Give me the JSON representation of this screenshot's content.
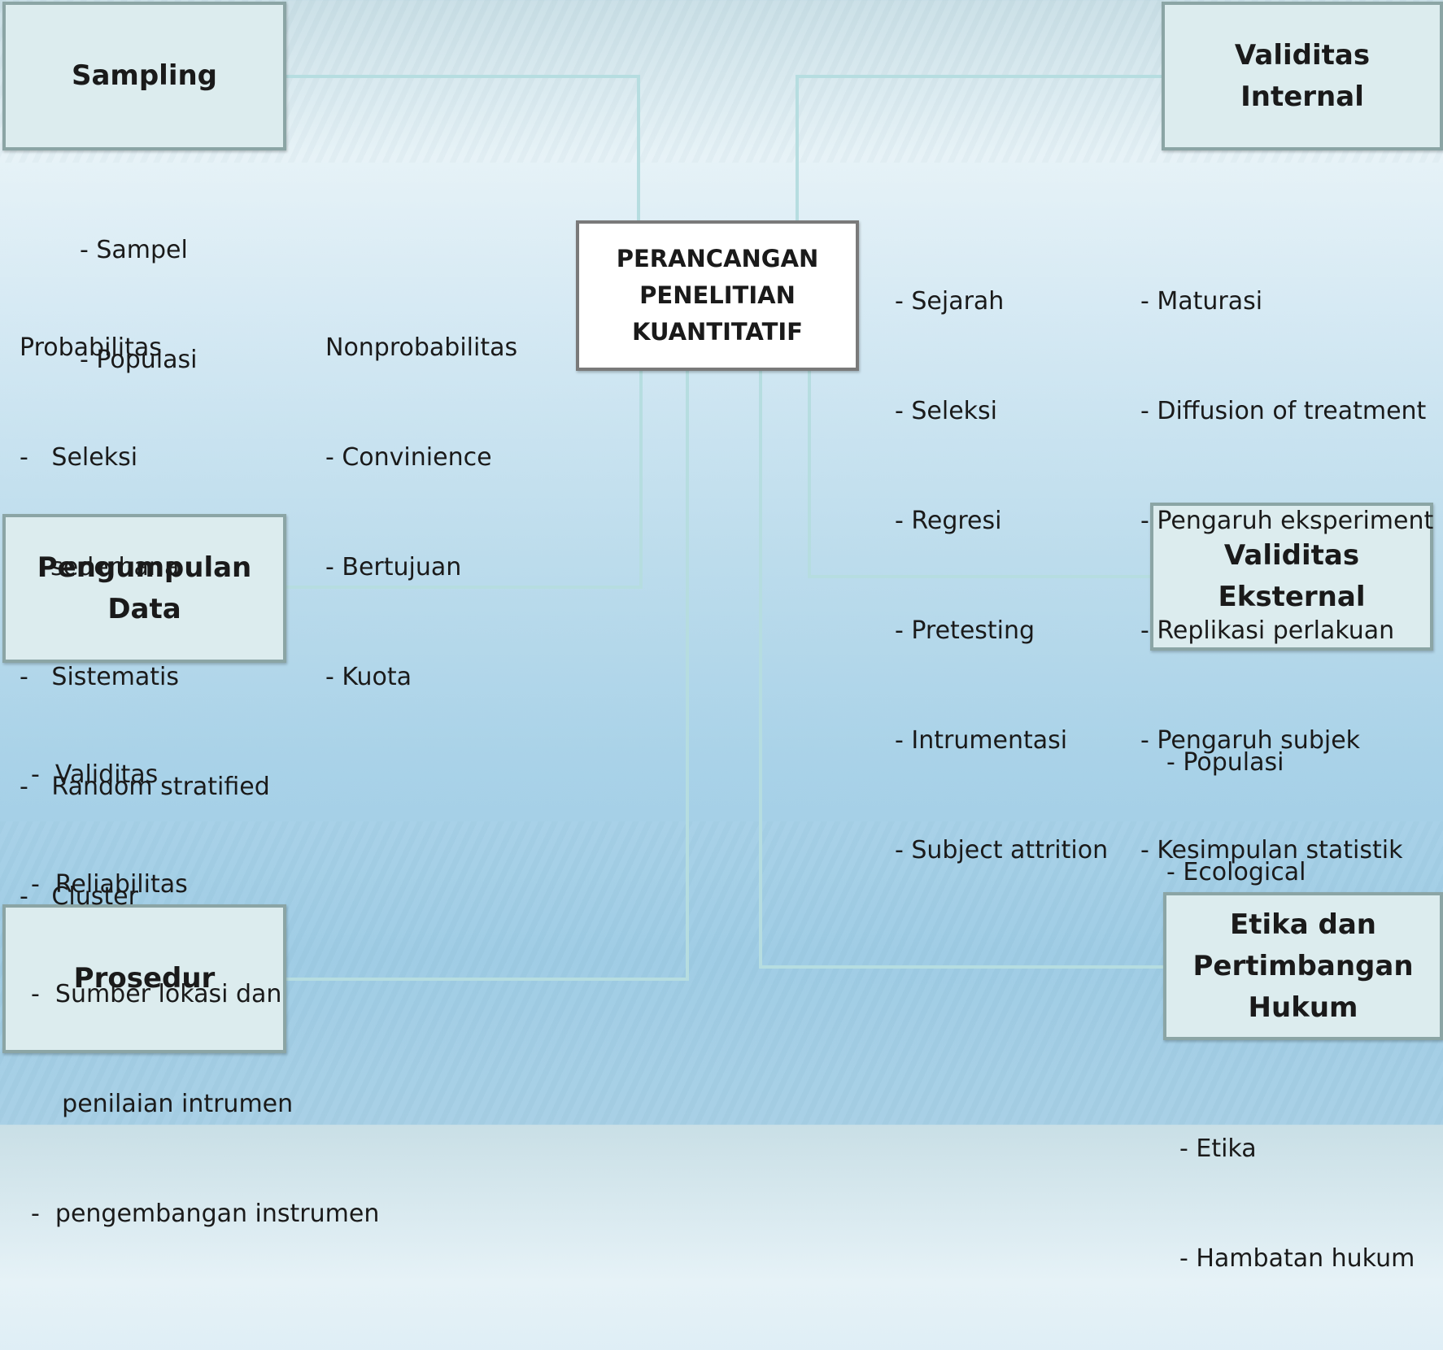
{
  "center": {
    "title": "PERANCANGAN\nPENELITIAN\nKUANTITATIF"
  },
  "boxes": {
    "sampling": "Sampling",
    "validitas_internal": "Validitas Internal",
    "pengumpulan_data": "Pengumpulan\nData",
    "validitas_eksternal": "Validitas\nEksternal",
    "prosedur": "Prosedur",
    "etika": "Etika dan\nPertimbangan\nHukum"
  },
  "lists": {
    "sampling_items": [
      "- Sampel",
      "- Populasi"
    ],
    "probabilitas": [
      "Probabilitas",
      "-   Seleksi",
      "    sederhana",
      "-   Sistematis",
      "-   Random stratified",
      "-   Cluster"
    ],
    "nonprobabilitas": [
      "Nonprobabilitas",
      "- Convinience",
      "- Bertujuan",
      "- Kuota"
    ],
    "vi_col1": [
      "- Sejarah",
      "- Seleksi",
      "- Regresi",
      "- Pretesting",
      "- Intrumentasi",
      "- Subject attrition"
    ],
    "vi_col2": [
      "- Maturasi",
      "- Diffusion of treatment",
      "- Pengaruh eksperiment",
      "- Replikasi perlakuan",
      "- Pengaruh subjek",
      "- Kesimpulan statistik"
    ],
    "pengumpulan": [
      "-  Validitas",
      "-  Reliabilitas",
      "-  Sumber lokasi dan",
      "    penilaian intrumen",
      "-  pengembangan instrumen"
    ],
    "eksternal": [
      "- Populasi",
      "- Ecological"
    ],
    "etika": [
      "- Etika",
      "- Hambatan hukum"
    ]
  },
  "colors": {
    "box_fill": "#dcecee",
    "box_border": "#8ba5a5",
    "connector": "#b6dde0",
    "center_border": "#7a7a7a"
  }
}
